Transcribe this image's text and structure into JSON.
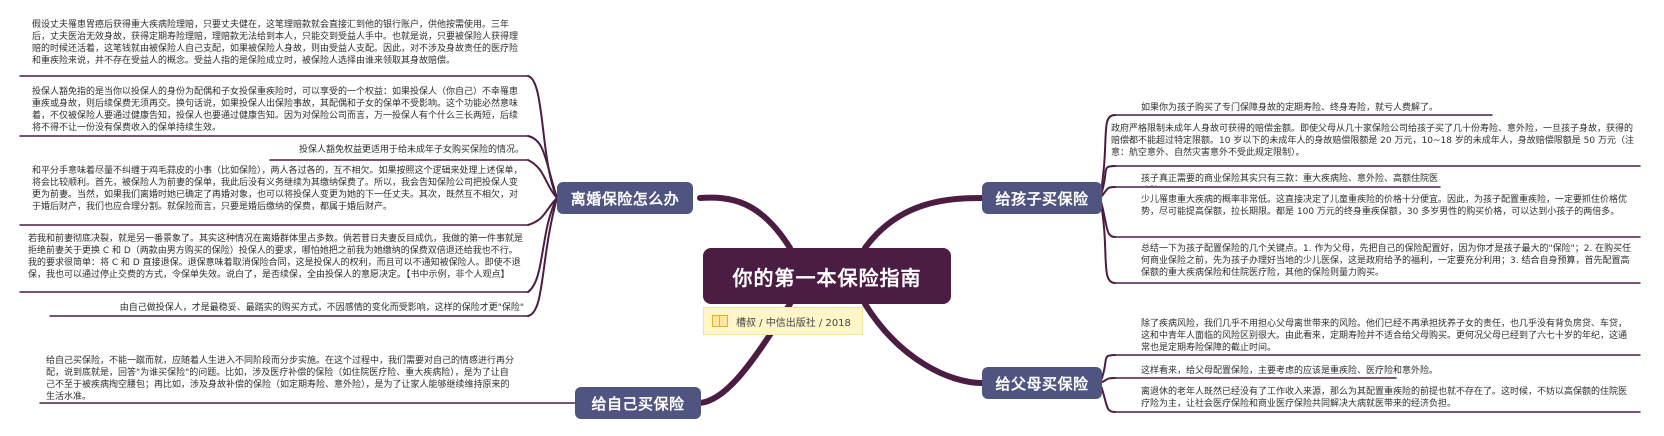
{
  "root": {
    "title": "你的第一本保险指南",
    "source": "槽叔 / 中信出版社 / 2018"
  },
  "branches": {
    "divorce": "离婚保险怎么办",
    "self": "给自己买保险",
    "children": "给孩子买保险",
    "parents": "给父母买保险"
  },
  "notes": {
    "divorce": [
      "假设丈夫罹患胃癌后获得重大疾病险理赔，只要丈夫健在，这笔理赔款就会直接汇到他的银行账户，供他按需使用。三年后，丈夫医治无效身故，获得定期寿险理赔，理赔款无法给到本人，只能交到受益人手中。也就是说，只要被保险人获得理赔的时候还活着，这笔钱就由被保险人自己支配，如果被保险人身故，则由受益人支配。因此，对不涉及身故责任的医疗险和重疾险来说，并不存在受益人的概念。受益人指的是保险成立时，被保险人选择由谁来领取其身故赔偿。",
      "投保人豁免指的是当你以投保人的身份为配偶和子女投保重疾险时，可以享受的一个权益：如果投保人（你自己）不幸罹患重疾或身故，则后续保费无须再交。换句话说，如果投保人出保险事故，其配偶和子女的保单不受影响。这个功能必然意味着，不仅被保险人要通过健康告知，投保人也要通过健康告知。因为对保险公司而言，万一投保人有个什么三长两短，后续将不得不让一份没有保费收入的保单持续生效。",
      "投保人豁免权益更适用于给未成年子女购买保险的情况。",
      "和平分手意味着尽量不纠缠于鸡毛蒜皮的小事（比如保险），两人各过各的，互不相欠。如果按照这个逻辑来处理上述保单，将会比较顺利。首先，被保险人为前妻的保单，我此后没有义务继续为其缴纳保费了。所以，我会告知保险公司把投保人变更为前妻。当然，如果我们离婚时她已确定了再婚对象，也可以将投保人变更为她的下一任丈夫。其次，既然互不相欠，对于婚后财产，我们也应合理分割。就保险而言，只要是婚后缴纳的保费，都属于婚后财产。",
      "若我和前妻彻底决裂，就是另一番景象了。其实这种情况在离婚群体里占多数。倘若昔日夫妻反目成仇，我做的第一件事就是拒绝前妻关于更换 C 和 D（两款由男方购买的保险）投保人的要求，哪怕她把之前我为她缴纳的保费双倍退还给我也不行。我的要求很简单：将 C 和 D 直接退保。退保意味着取消保险合同，这是投保人的权利，而且可以不通知被保险人。即使不退保，我也可以通过停止交费的方式，令保单失效。说白了，是否续保，全由投保人的意愿决定。【书中示例，非个人观点】",
      "由自己做投保人，才是最稳妥、最踏实的购买方式，不因感情的变化而受影响，这样的保险才更\"保险\""
    ],
    "self": [
      "给自己买保险，不能一蹴而就，应随着人生进入不同阶段而分步实施。在这个过程中，我们需要对自己的情感进行再分配，说到底就是，回答\"为谁买保险\"的问题。比如，涉及医疗补偿的保险（如住院医疗险、重大疾病险），是为了让自己不至于被疾病掏空腰包；再比如，涉及身故补偿的保险（如定期寿险、意外险），是为了让家人能够继续维持原来的生活水准。"
    ],
    "children": [
      "如果你为孩子购买了专门保障身故的定期寿险、终身寿险，就亏人费解了。",
      "政府严格限制未成年人身故可获得的赔偿金额。即使父母从几十家保险公司给孩子买了几十份寿险、意外险，一旦孩子身故，获得的赔偿都不能超过特定限额。10 岁以下的未成年人的身故赔偿限额是 20 万元，10~18 岁的未成年人，身故赔偿限额是 50 万元（注意：航空意外、自然灾害意外不受此规定限制）。",
      "孩子真正需要的商业保险其实只有三款：重大疾病险、意外险、高额住院医疗险。",
      "少儿罹患重大疾病的概率非常低。这直接决定了儿童重疾险的价格十分便宜。因此，为孩子配置重疾险，一定要抓住价格优势，尽可能提高保额，拉长期限。都是 100 万元的终身重疾保额，30 多岁男性的购买价格，可以达到小孩子的两倍多。",
      "总结一下为孩子配置保险的几个关键点。1. 作为父母，先把自己的保险配置好，因为你才是孩子最大的\"保险\"；2. 在购买任何商业保险之前，先为孩子办理好当地的少儿医保，这是政府给予的福利，一定要充分利用；3. 结合自身预算，首先配置高保额的重大疾病保险和住院医疗险，其他的保险则量力购买。"
    ],
    "parents": [
      "除了疾病风险，我们几乎不用担心父母离世带来的风险。他们已经不再承担抚养子女的责任，也几乎没有背负房贷、车贷，这和中青年人面临的风险区别很大。由此看来，定期寿险并不适合给父母购买。更何况父母已经到了六七十岁的年纪，这通常也是定期寿险保障的截止时间。",
      "这样看来，给父母配置保险，主要考虑的应该是重疾险、医疗险和意外险。",
      "离退休的老年人既然已经没有了工作收入来源，那么为其配置重疾险的前提也就不存在了。这时候，不妨以高保额的住院医疗险为主，让社会医疗保险和商业医疗保险共同解决大病就医带来的经济负担。"
    ]
  },
  "colors": {
    "root": "#4b1d43",
    "branch": "#4f5480",
    "line": "#4b1d43",
    "subtitle_bg": "#fff6c7"
  },
  "icons": {
    "source": "book-icon"
  }
}
